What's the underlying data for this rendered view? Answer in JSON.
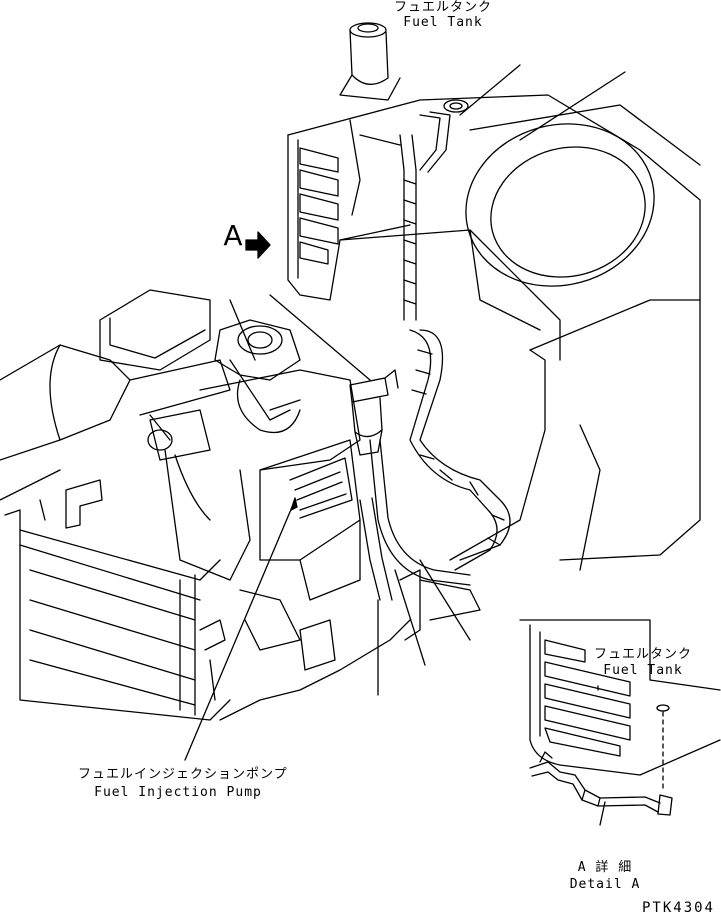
{
  "labels": {
    "fuel_tank_jp": "フュエルタンク",
    "fuel_tank_en": "Fuel Tank",
    "detail_tank_jp": "フュエルタンク",
    "detail_tank_en": "Fuel Tank",
    "injection_pump_jp": "フュエルインジェクションポンプ",
    "injection_pump_en": "Fuel Injection Pump",
    "view_marker": "A",
    "detail_jp": "A 詳 細",
    "detail_en": "Detail A",
    "drawing_number": "PTK4304"
  }
}
